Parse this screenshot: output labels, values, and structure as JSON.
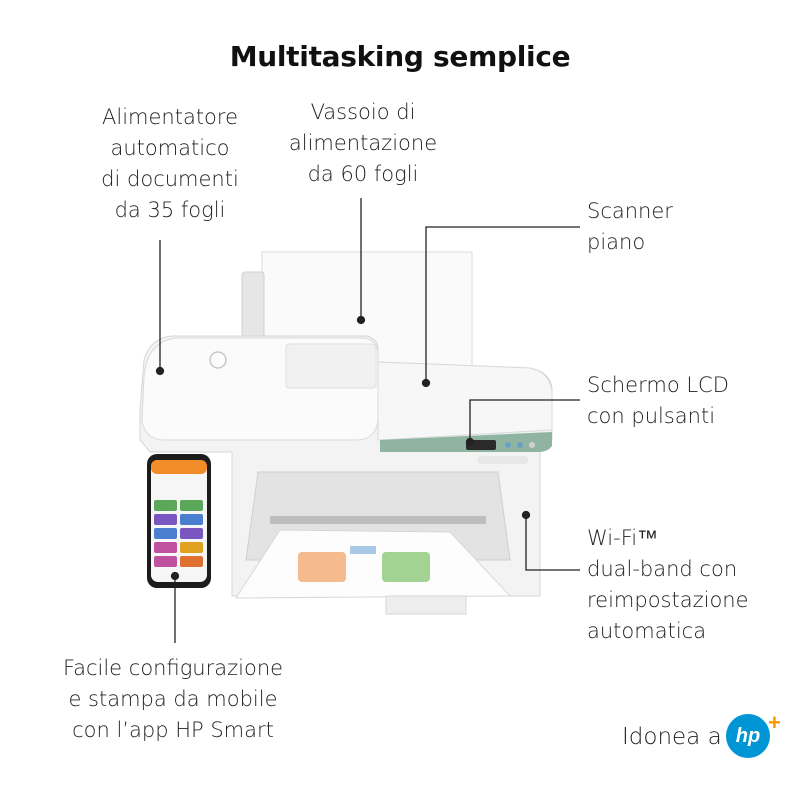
{
  "title": "Multitasking semplice",
  "callouts": {
    "adf": [
      "Alimentatore",
      "automatico",
      "di documenti",
      "da 35 fogli"
    ],
    "tray": [
      "Vassoio di",
      "alimentazione",
      "da 60 fogli"
    ],
    "scanner": [
      "Scanner",
      "piano"
    ],
    "lcd": [
      "Schermo LCD",
      "con pulsanti"
    ],
    "wifi": [
      "Wi-Fi™",
      "dual-band con",
      "reimpostazione",
      "automatica"
    ],
    "mobile": [
      "Facile configurazione",
      "e stampa da mobile",
      "con l’app HP Smart"
    ]
  },
  "compat": {
    "text": "Idonea a",
    "logo_text": "hp",
    "logo_plus": "+"
  },
  "colors": {
    "hp_blue": "#0096d6",
    "hp_plus_orange": "#f39800",
    "printer_body": "#f2f2f2",
    "printer_accent_green": "#8fb5a2",
    "leader_line": "#222222"
  }
}
